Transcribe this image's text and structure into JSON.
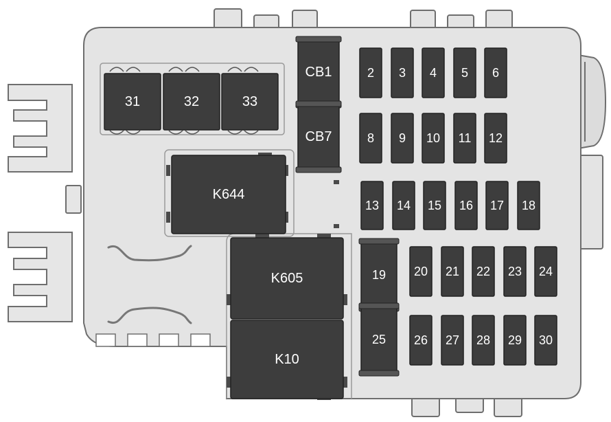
{
  "diagram": {
    "colors": {
      "housing": "#e4e4e4",
      "outline": "#6e6e6e",
      "component": "#3d3d3d",
      "component_edge": "#222222",
      "text": "#ffffff"
    },
    "relays_large": [
      "K644",
      "K605",
      "K10"
    ],
    "relays_small": [
      "31",
      "32",
      "33"
    ],
    "circuit_breakers": [
      "CB1",
      "CB7"
    ],
    "fuses_tall": [
      "19",
      "25"
    ],
    "fuse_rows": [
      [
        "2",
        "3",
        "4",
        "5",
        "6"
      ],
      [
        "8",
        "9",
        "10",
        "11",
        "12"
      ],
      [
        "13",
        "14",
        "15",
        "16",
        "17",
        "18"
      ],
      [
        "20",
        "21",
        "22",
        "23",
        "24"
      ],
      [
        "26",
        "27",
        "28",
        "29",
        "30"
      ]
    ]
  }
}
